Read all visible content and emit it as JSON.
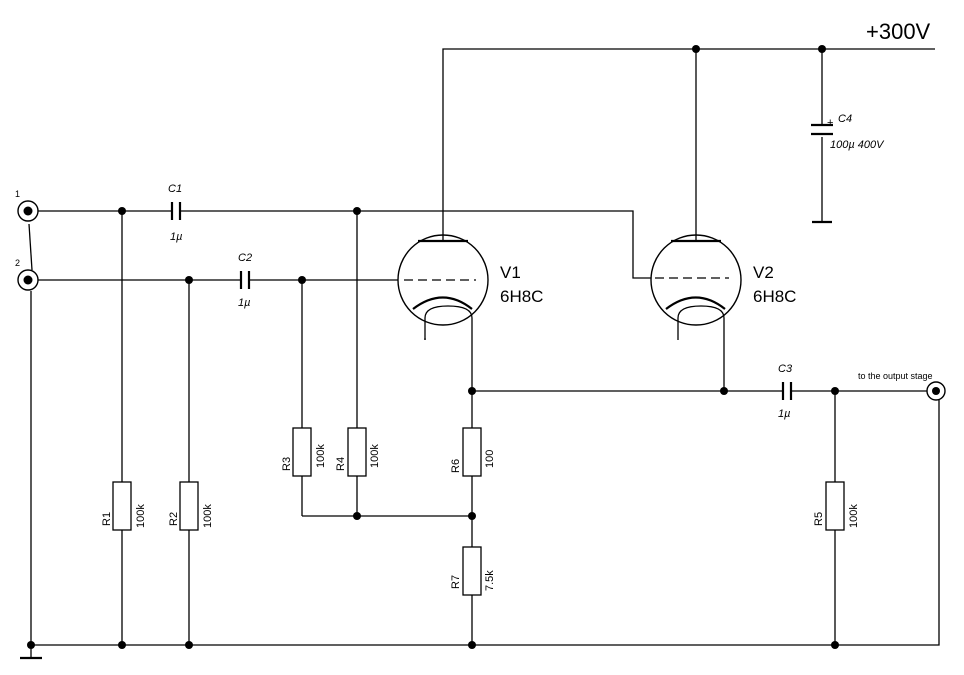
{
  "supply": {
    "label": "+300V"
  },
  "connectors": {
    "in1": {
      "label": "1"
    },
    "in2": {
      "label": "2"
    },
    "out": {
      "label": "to the output stage"
    }
  },
  "capacitors": {
    "c1": {
      "ref": "C1",
      "value": "1µ"
    },
    "c2": {
      "ref": "C2",
      "value": "1µ"
    },
    "c3": {
      "ref": "C3",
      "value": "1µ"
    },
    "c4": {
      "ref": "C4",
      "value": "100µ 400V",
      "polarity": "+"
    }
  },
  "resistors": {
    "r1": {
      "ref": "R1",
      "value": "100k"
    },
    "r2": {
      "ref": "R2",
      "value": "100k"
    },
    "r3": {
      "ref": "R3",
      "value": "100k"
    },
    "r4": {
      "ref": "R4",
      "value": "100k"
    },
    "r5": {
      "ref": "R5",
      "value": "100k"
    },
    "r6": {
      "ref": "R6",
      "value": "100"
    },
    "r7": {
      "ref": "R7",
      "value": "7.5k"
    }
  },
  "tubes": {
    "v1": {
      "ref": "V1",
      "type": "6H8C"
    },
    "v2": {
      "ref": "V2",
      "type": "6H8C"
    }
  }
}
